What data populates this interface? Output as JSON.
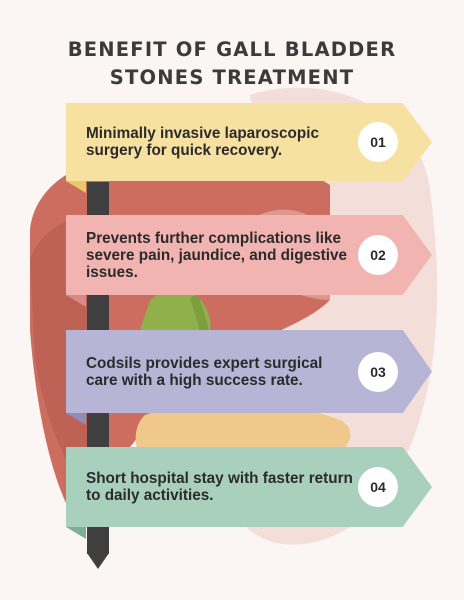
{
  "title": {
    "line1": "BENEFIT OF GALL BLADDER",
    "line2": "STONES TREATMENT"
  },
  "steps": [
    {
      "number": "01",
      "text": "Minimally invasive laparoscopic surgery for quick recovery.",
      "color": "#f7e1a0",
      "fold_color": "#e9c86a"
    },
    {
      "number": "02",
      "text": "Prevents further complications like severe pain, jaundice, and digestive issues.",
      "color": "#f2b4b0",
      "fold_color": "#d98a86"
    },
    {
      "number": "03",
      "text": "Codsils provides expert surgical care with a high success rate.",
      "color": "#b6b5d6",
      "fold_color": "#8f8db8"
    },
    {
      "number": "04",
      "text": "Short hospital stay with faster return to daily activities.",
      "color": "#a9cfbd",
      "fold_color": "#7fae98"
    }
  ],
  "colors": {
    "background": "#fbf6f4",
    "liver": "#cf6f62",
    "stomach": "#f3d9d4",
    "gallbladder": "#8fb04a",
    "pancreas": "#f0c98e",
    "pole": "#3f3f3f"
  },
  "icons": {
    "background_illustration": "digestive-organs-illustration"
  }
}
